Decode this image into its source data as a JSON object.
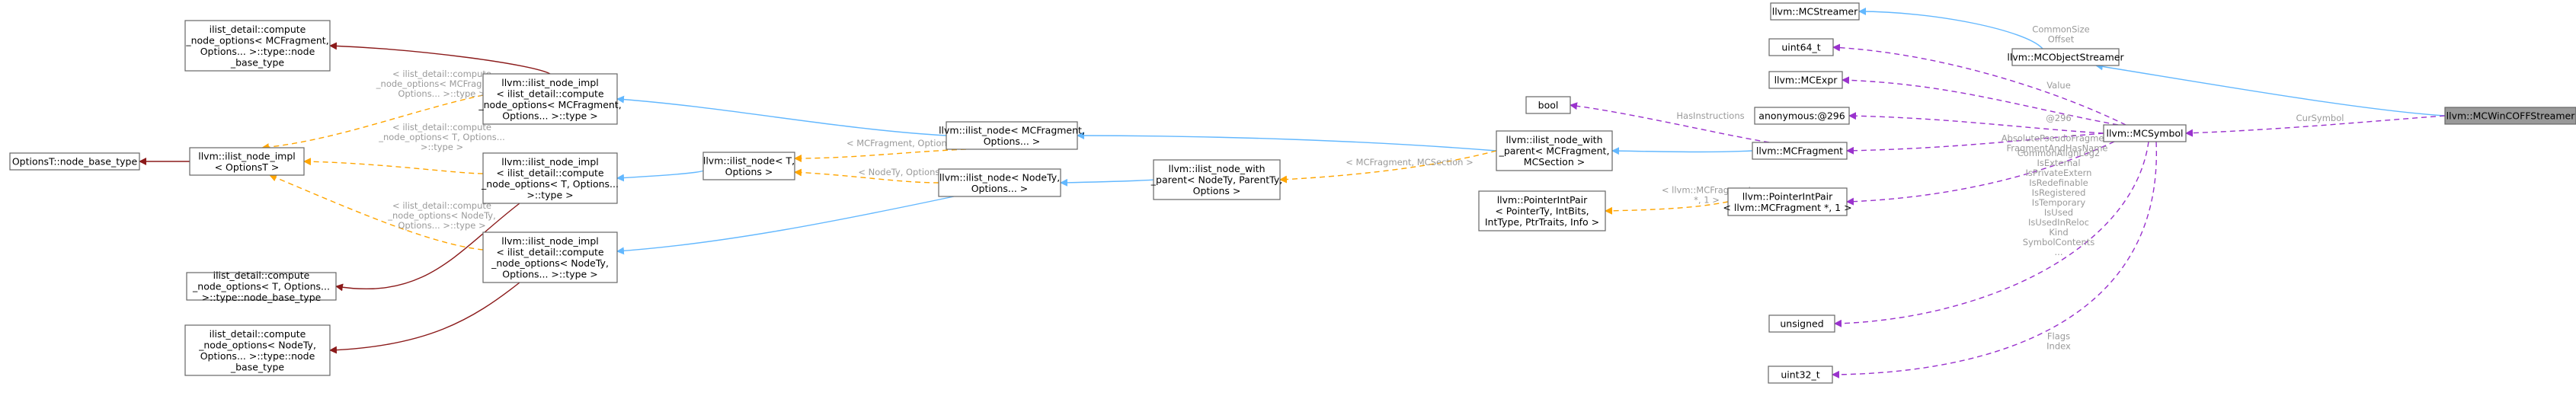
{
  "colors": {
    "inherit": "#63b8ff",
    "template": "#ffa500",
    "member": "#9a32cd",
    "darkred": "#8b1a1a",
    "root_fill": "#999999"
  },
  "nodes": {
    "n_wincoff": [
      "llvm::MCWinCOFFStreamer"
    ],
    "n_objstreamer": [
      "llvm::MCObjectStreamer"
    ],
    "n_mcstreamer": [
      "llvm::MCStreamer"
    ],
    "n_mcsymbol": [
      "llvm::MCSymbol"
    ],
    "n_uint64": [
      "uint64_t"
    ],
    "n_mcexpr": [
      "llvm::MCExpr"
    ],
    "n_anon": [
      "anonymous:@296"
    ],
    "n_mcfragment": [
      "llvm::MCFragment"
    ],
    "n_bool": [
      "bool"
    ],
    "n_pip_frag": [
      "llvm::PointerIntPair",
      "< llvm::MCFragment *, 1 >"
    ],
    "n_unsigned": [
      "unsigned"
    ],
    "n_uint32": [
      "uint32_t"
    ],
    "n_pip": [
      "llvm::PointerIntPair",
      "< PointerTy, IntBits,",
      "IntType, PtrTraits, Info >"
    ],
    "n_nwp_frag": [
      "llvm::ilist_node_with",
      "_parent< MCFragment,",
      "MCSection >"
    ],
    "n_nwp": [
      "llvm::ilist_node_with",
      "_parent< NodeTy, ParentTy,",
      "Options >"
    ],
    "n_node_frag": [
      "llvm::ilist_node< MCFragment,",
      "Options... >"
    ],
    "n_node_nodety": [
      "llvm::ilist_node< NodeTy,",
      "Options... >"
    ],
    "n_node_t": [
      "llvm::ilist_node< T,",
      "Options >"
    ],
    "n_impl_frag": [
      "llvm::ilist_node_impl",
      "< ilist_detail::compute",
      "_node_options< MCFragment,",
      "Options... >::type >"
    ],
    "n_impl_t": [
      "llvm::ilist_node_impl",
      "< ilist_detail::compute",
      "_node_options< T, Options...",
      ">::type >"
    ],
    "n_impl_nodety": [
      "llvm::ilist_node_impl",
      "< ilist_detail::compute",
      "_node_options< NodeTy,",
      "Options... >::type >"
    ],
    "n_impl_base": [
      "llvm::ilist_node_impl",
      "< OptionsT >"
    ],
    "n_optionst": [
      "OptionsT::node_base_type"
    ],
    "n_cno_frag": [
      "ilist_detail::compute",
      "_node_options< MCFragment,",
      "Options... >::type::node",
      "_base_type"
    ],
    "n_cno_t": [
      "ilist_detail::compute",
      "_node_options< T, Options...",
      ">::type::node_base_type"
    ],
    "n_cno_nodety": [
      "ilist_detail::compute",
      "_node_options< NodeTy,",
      "Options... >::type::node",
      "_base_type"
    ]
  },
  "edge_labels": {
    "cursymbol": [
      "CurSymbol"
    ],
    "commonsize": [
      "CommonSize",
      "Offset"
    ],
    "value": [
      "Value"
    ],
    "anon296": [
      "@296"
    ],
    "hasinstr": [
      "HasInstructions"
    ],
    "fragment": [
      "AbsolutePseudoFragment",
      "FragmentAndHasName"
    ],
    "unsigned_members": [
      "CommonAlignLog2",
      "IsExternal",
      "IsPrivateExtern",
      "IsRedefinable",
      "IsRegistered",
      "IsTemporary",
      "IsUsed",
      "IsUsedInReloc",
      "Kind",
      "SymbolContents",
      "..."
    ],
    "uint32_members": [
      "Flags",
      "Index"
    ],
    "pip_tmpl": [
      "< llvm::MCFragment",
      " *, 1 >"
    ],
    "nwp_tmpl": [
      "< MCFragment, MCSection >"
    ],
    "node_frag_tmpl": [
      "< MCFragment, Options... >"
    ],
    "node_nodety_tmpl": [
      "< NodeTy, Options... >"
    ],
    "impl_frag_tmpl": [
      "< ilist_detail::compute",
      "_node_options< MCFragment,",
      "Options... >::type >"
    ],
    "impl_t_tmpl": [
      "< ilist_detail::compute",
      "_node_options< T, Options...",
      ">::type >"
    ],
    "impl_nodety_tmpl": [
      "< ilist_detail::compute",
      "_node_options< NodeTy,",
      "Options... >::type >"
    ]
  }
}
